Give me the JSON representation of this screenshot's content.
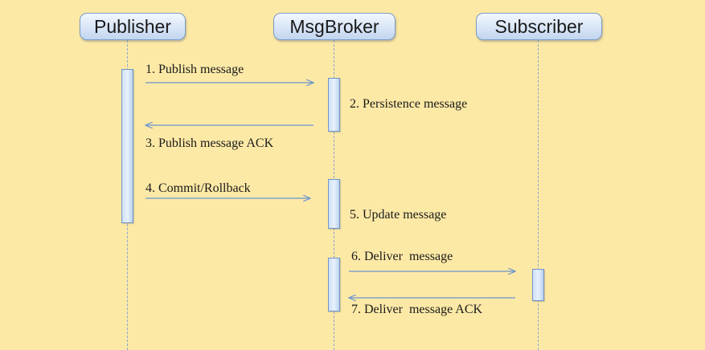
{
  "actors": {
    "publisher": "Publisher",
    "broker": "MsgBroker",
    "subscriber": "Subscriber"
  },
  "messages": [
    "1. Publish message",
    "2. Persistence message",
    "3. Publish message ACK",
    "4. Commit/Rollback",
    "5. Update message",
    "6. Deliver  message",
    "7. Deliver  message ACK"
  ],
  "colors": {
    "background": "#fde9a6",
    "arrow": "#6a95cc"
  }
}
